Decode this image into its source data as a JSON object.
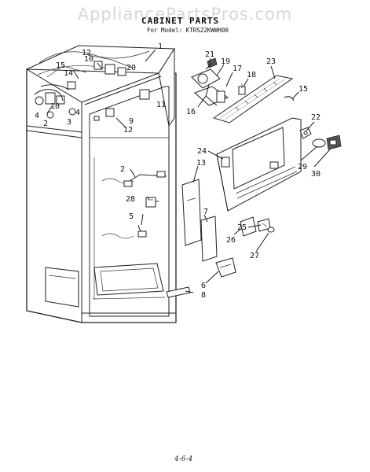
{
  "watermark": "AppliancePartsPros.com",
  "title": "CABINET PARTS",
  "subtitle": "For Model: KTRS22KWWH00",
  "page_number": "4-6-4",
  "callouts": [
    "1",
    "2",
    "3",
    "4",
    "5",
    "6",
    "7",
    "8",
    "9",
    "10",
    "11",
    "12",
    "13",
    "14",
    "15",
    "16",
    "17",
    "18",
    "19",
    "20",
    "21",
    "22",
    "23",
    "24",
    "25",
    "26",
    "27",
    "28",
    "29",
    "30"
  ],
  "callout_labels": {
    "c1": "1",
    "c2a": "2",
    "c2b": "2",
    "c3": "3",
    "c4a": "4",
    "c4b": "4",
    "c5": "5",
    "c6": "6",
    "c7": "7",
    "c8": "8",
    "c9": "9",
    "c10a": "10",
    "c10b": "10",
    "c11": "11",
    "c12a": "12",
    "c12b": "12",
    "c13": "13",
    "c14": "14",
    "c15a": "15",
    "c15b": "15",
    "c16": "16",
    "c17": "17",
    "c18": "18",
    "c19": "19",
    "c20": "20",
    "c21": "21",
    "c22": "22",
    "c23": "23",
    "c24": "24",
    "c25": "25",
    "c26": "26",
    "c27": "27",
    "c28": "28",
    "c29": "29",
    "c30": "30"
  },
  "colors": {
    "line": "#222222",
    "background": "#ffffff",
    "watermark": "#d7d7d7"
  }
}
